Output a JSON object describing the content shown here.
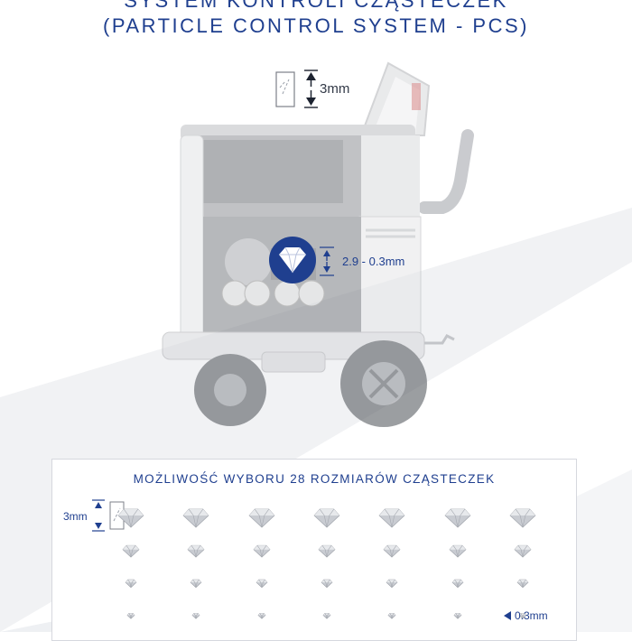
{
  "header": {
    "title_line1": "SYSTEM KONTROLI CZĄSTECZEK",
    "title_line2": "(PARTICLE CONTROL SYSTEM - PCS)"
  },
  "machine": {
    "nozzle_size_label": "3mm",
    "pcs_range_label": "2.9 - 0.3mm"
  },
  "panel": {
    "title": "MOŻLIWOŚĆ WYBORU 28 ROZMIARÓW CZĄSTECZEK",
    "max_size_label": "3mm",
    "min_size_label": "0.3mm",
    "rows": 4,
    "columns": 7
  },
  "colors": {
    "brand_blue": "#1f3f8f",
    "machine_gray": "#c9cbcf",
    "background_swoosh": "#eceef1"
  },
  "icons": [
    "diamond-icon",
    "arrow-up-icon",
    "arrow-down-icon",
    "arrow-left-icon",
    "nozzle-icon"
  ]
}
